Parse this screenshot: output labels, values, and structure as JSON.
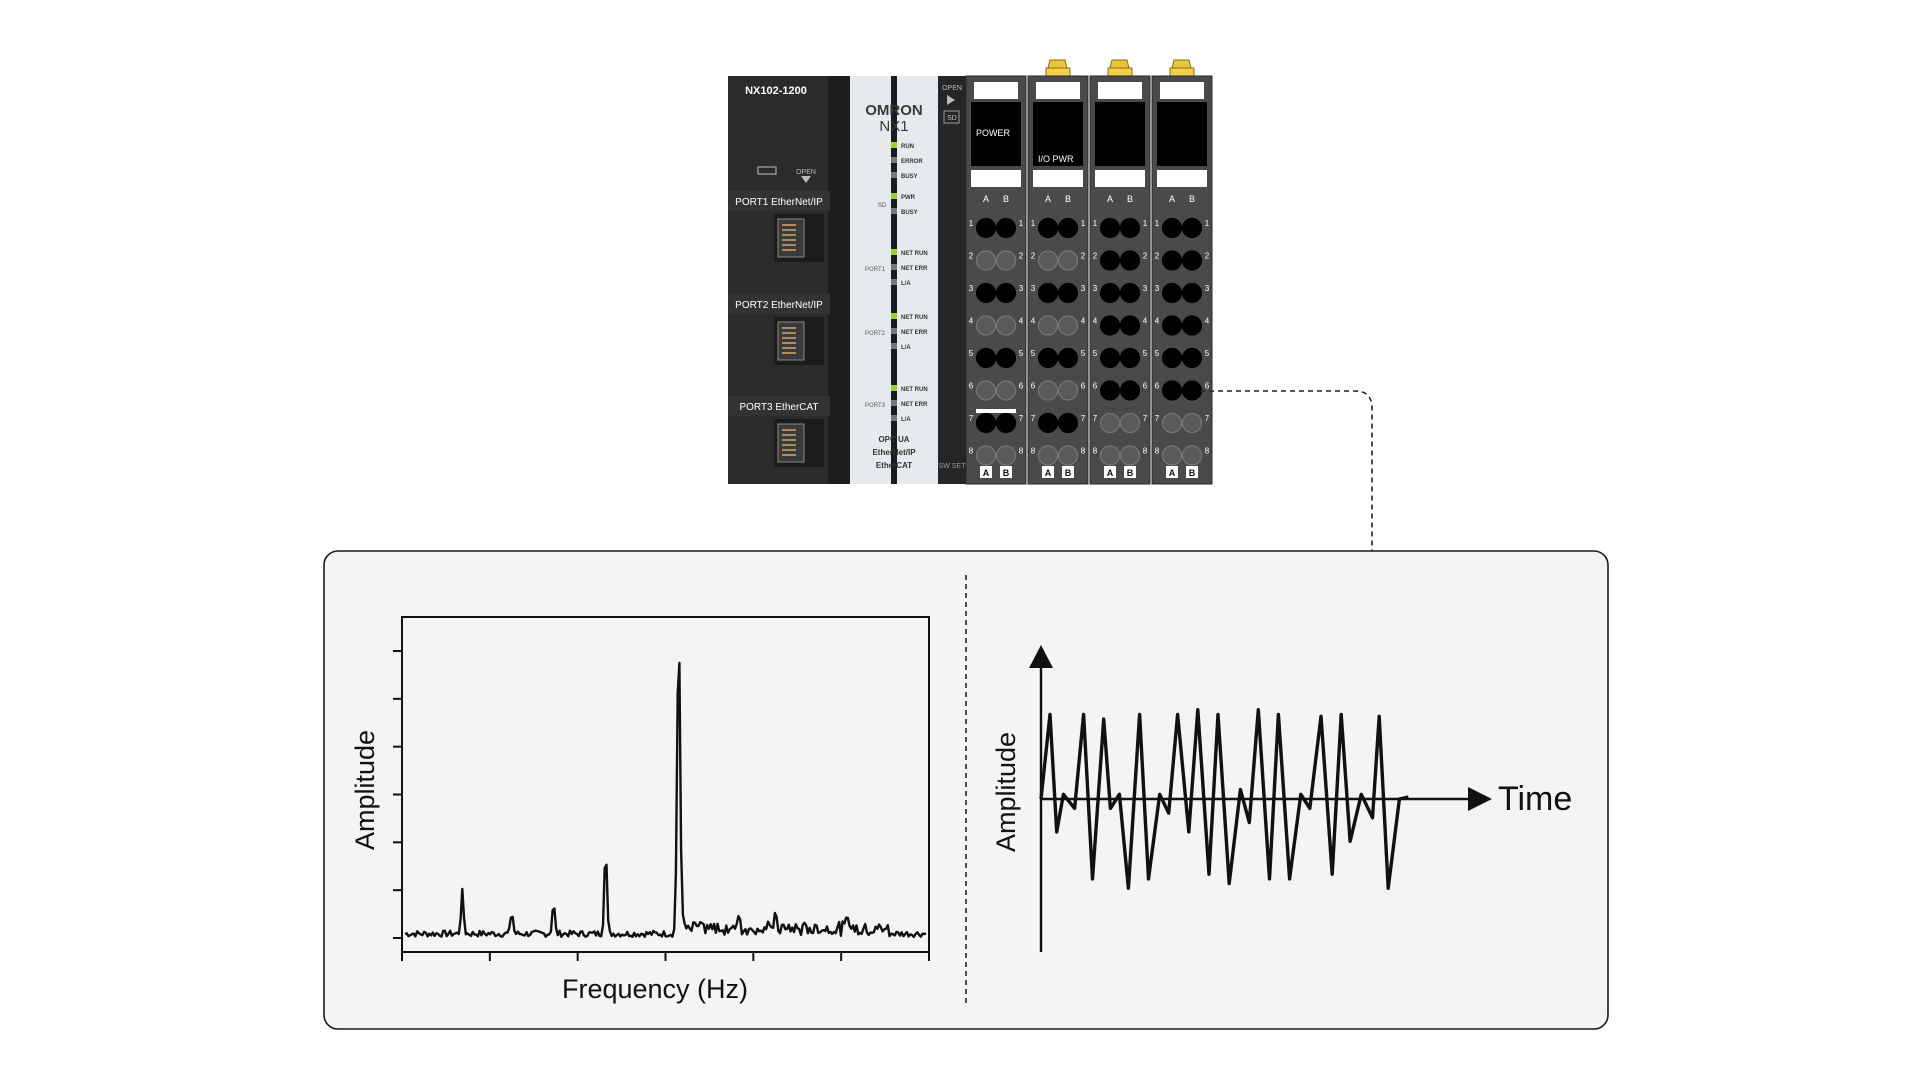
{
  "controller": {
    "model": "NX102-1200",
    "brand": "OMRON",
    "series": "NX1",
    "open_label": "OPEN",
    "sd_label": "SD",
    "sw_set_label": "SW SET",
    "ports": [
      {
        "label": "PORT1 EtherNet/IP"
      },
      {
        "label": "PORT2 EtherNet/IP"
      },
      {
        "label": "PORT3 EtherCAT"
      }
    ],
    "status_leds": [
      "RUN",
      "ERROR",
      "BUSY"
    ],
    "sd_leds": [
      "PWR",
      "BUSY"
    ],
    "port_groups": [
      {
        "name": "PORT1",
        "leds": [
          "NET RUN",
          "NET ERR",
          "L/A"
        ]
      },
      {
        "name": "PORT2",
        "leds": [
          "NET RUN",
          "NET ERR",
          "L/A"
        ]
      },
      {
        "name": "PORT3",
        "leds": [
          "NET RUN",
          "NET ERR",
          "L/A"
        ]
      }
    ],
    "logos": [
      "OPC UA",
      "EtherNet/IP",
      "EtherCAT"
    ]
  },
  "io_units": [
    {
      "name": "POWER"
    },
    {
      "name": "I/O PWR"
    },
    {
      "name": ""
    },
    {
      "name": ""
    }
  ],
  "terminal": {
    "columns": [
      "A",
      "B"
    ],
    "rows": [
      "1",
      "2",
      "3",
      "4",
      "5",
      "6",
      "7",
      "8"
    ]
  },
  "chart_data": [
    {
      "type": "line",
      "title": "",
      "xlabel": "Frequency (Hz)",
      "ylabel": "Amplitude",
      "x_ticks": 6,
      "y_ticks": 7,
      "grid": false,
      "peaks": [
        {
          "x": 0.11,
          "y": 0.145
        },
        {
          "x": 0.205,
          "y": 0.075
        },
        {
          "x": 0.285,
          "y": 0.105
        },
        {
          "x": 0.385,
          "y": 0.3
        },
        {
          "x": 0.525,
          "y": 1.0
        },
        {
          "x": 0.64,
          "y": 0.05
        },
        {
          "x": 0.71,
          "y": 0.055
        },
        {
          "x": 0.85,
          "y": 0.055
        }
      ]
    },
    {
      "type": "line",
      "title": "",
      "xlabel": "Time",
      "ylabel": "Amplitude",
      "grid": false,
      "x": [
        0,
        0.4,
        0.7,
        1,
        1.5,
        1.9,
        2.3,
        2.8,
        3.1,
        3.5,
        3.9,
        4.4,
        4.8,
        5.3,
        5.7,
        6.1,
        6.6,
        7.0,
        7.5,
        7.9,
        8.4,
        8.9,
        9.3,
        9.7,
        10.2,
        10.6,
        11.1,
        11.6,
        12.0,
        12.5,
        13.0,
        13.4,
        13.8,
        14.3,
        14.8,
        15.1,
        15.5,
        16.0,
        16.4
      ],
      "y": [
        0,
        0.9,
        -0.35,
        0.05,
        -0.1,
        0.9,
        -0.85,
        0.85,
        -0.1,
        0.05,
        -0.95,
        0.9,
        -0.85,
        0.05,
        -0.15,
        0.9,
        -0.35,
        0.95,
        -0.8,
        0.9,
        -0.9,
        0.1,
        -0.25,
        0.95,
        -0.85,
        0.9,
        -0.85,
        0.05,
        -0.1,
        0.88,
        -0.8,
        0.9,
        -0.45,
        0.05,
        -0.2,
        0.88,
        -0.95,
        0.0,
        0.02
      ]
    }
  ]
}
